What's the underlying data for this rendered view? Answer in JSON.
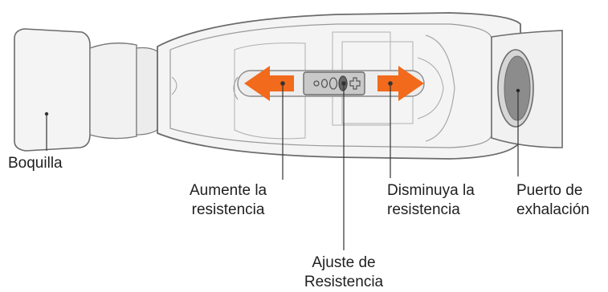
{
  "labels": {
    "mouthpiece": "Boquilla",
    "increase": {
      "line1": "Aumente la",
      "line2": "resistencia"
    },
    "decrease": {
      "line1": "Disminuya la",
      "line2": "resistencia"
    },
    "adjust": {
      "line1": "Ajuste de",
      "line2": "Resistencia"
    },
    "exhale_port": {
      "line1": "Puerto de",
      "line2": "exhalación"
    }
  },
  "colors": {
    "arrow": "#f26a1b",
    "outline": "#6b6b6b",
    "body_fill": "#f4f4f4",
    "port_fill": "#8c8c8c"
  },
  "icons": [
    "left-arrow-icon",
    "right-arrow-icon",
    "resistance-dial-icon",
    "plus-icon"
  ]
}
